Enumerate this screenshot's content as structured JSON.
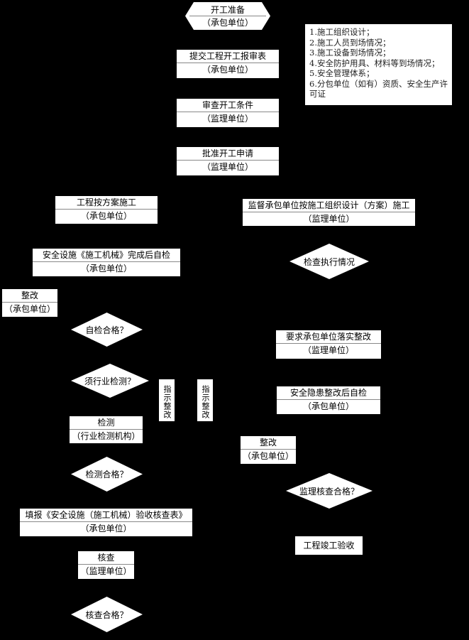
{
  "nodes": {
    "start": {
      "title": "开工准备",
      "sub": "（承包单位）"
    },
    "submit": {
      "title": "提交工程开工报审表",
      "sub": "（承包单位）"
    },
    "review": {
      "title": "审查开工条件",
      "sub": "（监理单位）"
    },
    "approve": {
      "title": "批准开工申请",
      "sub": "（监理单位）"
    },
    "construct": {
      "title": "工程按方案施工",
      "sub": "（承包单位）"
    },
    "supervise": {
      "title": "监督承包单位按施工组织设计（方案）施工",
      "sub": "（监理单位）"
    },
    "check_exec": {
      "title": "检查执行情况"
    },
    "selfcheck": {
      "title": "安全设施《施工机械》完成后自检",
      "sub": "（承包单位）"
    },
    "rectify1": {
      "title": "整改",
      "sub": "（承包单位）"
    },
    "self_ok": {
      "title": "自检合格？"
    },
    "require_rectify": {
      "title": "要求承包单位落实整改",
      "sub": "（监理单位）"
    },
    "need_test": {
      "title": "须行业检测？"
    },
    "instruct1": {
      "title": "指示整改"
    },
    "instruct2": {
      "title": "指示整改"
    },
    "hazard_selfcheck": {
      "title": "安全隐患整改后自检",
      "sub": "（承包单位）"
    },
    "test": {
      "title": "检测",
      "sub": "（行业检测机构）"
    },
    "rectify2": {
      "title": "整改",
      "sub": "（承包单位）"
    },
    "test_ok": {
      "title": "检测合格？"
    },
    "sup_ok": {
      "title": "监理核查合格？"
    },
    "fill_form": {
      "title": "填报《安全设施（施工机械）验收核查表》",
      "sub": "（承包单位）"
    },
    "completion": {
      "title": "工程竣工验收"
    },
    "verify": {
      "title": "核查",
      "sub": "（监理单位）"
    },
    "verify_ok": {
      "title": "核查合格？"
    }
  },
  "notes": [
    "1.施工组织设计；",
    "2.施工人员到场情况；",
    "3.施工设备到场情况；",
    "4.安全防护用具、材料等到场情况；",
    "5.安全管理体系；",
    "6.分包单位（如有）资质、安全生产许可证"
  ]
}
